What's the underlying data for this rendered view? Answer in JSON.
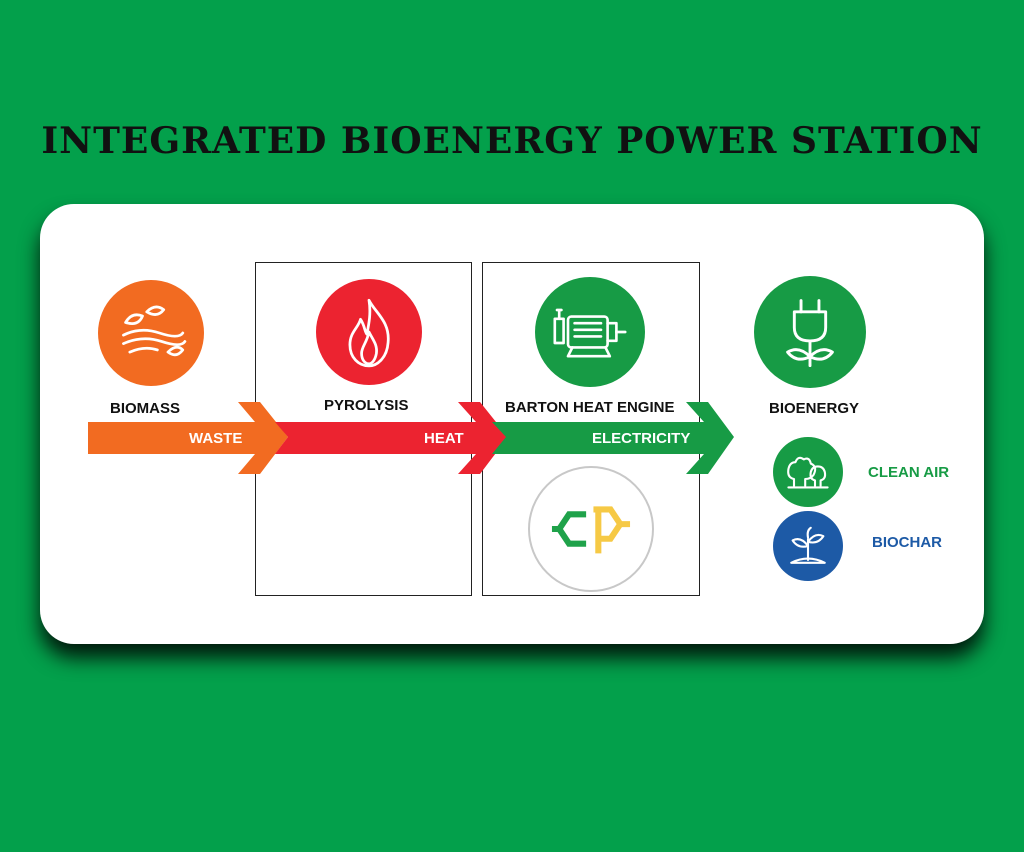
{
  "title": "INTEGRATED BIOENERGY POWER STATION",
  "stages": {
    "biomass": "BIOMASS",
    "pyrolysis": "PYROLYSIS",
    "engine": "BARTON HEAT ENGINE",
    "bioenergy": "BIOENERGY"
  },
  "flows": {
    "waste": "WASTE",
    "heat": "HEAT",
    "electricity": "ELECTRICITY"
  },
  "outputs": {
    "clean_air": "CLEAN AIR",
    "biochar": "BIOCHAR"
  },
  "colors": {
    "orange": "#f26b21",
    "red": "#ec2330",
    "green": "#179b45",
    "blue": "#1d5aa6",
    "logo_green": "#1fa24a",
    "logo_yellow": "#f6c945"
  },
  "icons": {
    "biomass": "leaves-wind-icon",
    "pyrolysis": "flame-icon",
    "engine": "motor-icon",
    "bioenergy": "plug-plant-icon",
    "clean_air": "trees-icon",
    "biochar": "sprout-icon",
    "logo": "cp-logo-icon"
  }
}
